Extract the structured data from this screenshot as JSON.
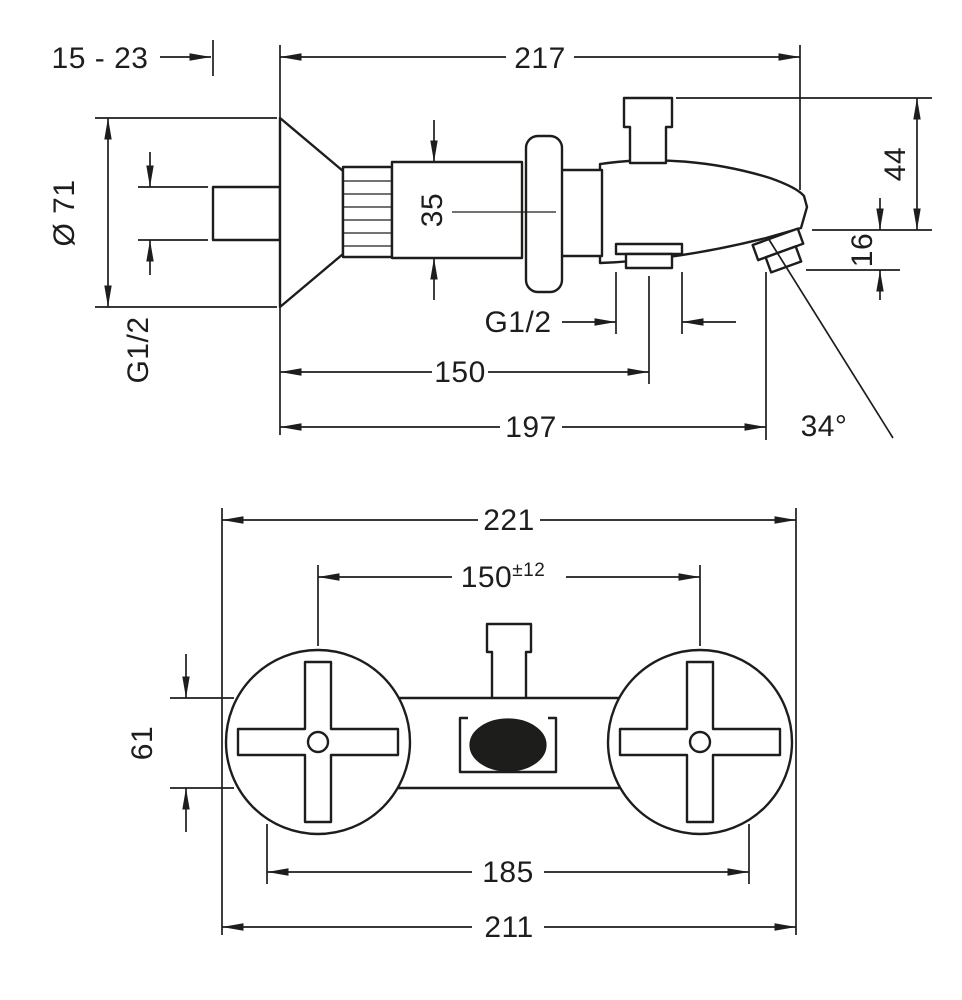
{
  "side_view": {
    "wall_depth": "15 - 23",
    "overall_length": "217",
    "flange_diameter": "Ø 71",
    "wall_thread": "G1/2",
    "body_height": "35",
    "outlet_height": "44",
    "spout_tip_height": "16",
    "bottom_thread": "G1/2",
    "hose_outlet_distance": "150",
    "spout_reach": "197",
    "spout_angle": "34°"
  },
  "front_view": {
    "overall_width": "221",
    "connection_centers": "150",
    "connection_tolerance": "±12",
    "body_height": "61",
    "port_centers": "185",
    "escutcheon_width": "211"
  },
  "colors": {
    "line": "#1d1d1b",
    "background": "#ffffff"
  }
}
